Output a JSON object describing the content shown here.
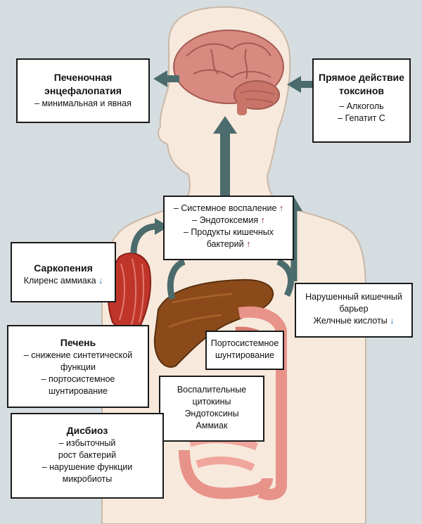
{
  "boxes": {
    "encephalopathy": {
      "title_line1": "Печеночная",
      "title_line2": "энцефалопатия",
      "line1": "– минимальная и явная"
    },
    "toxins": {
      "title_line1": "Прямое действие",
      "title_line2": "токсинов",
      "line1": "– Алкоголь",
      "line2": "– Гепатит С"
    },
    "systemic": {
      "line1": "– Системное воспаление",
      "line1_arrow": "↑",
      "line2": "– Эндотоксемия",
      "line2_arrow": "↑",
      "line3": "– Продукты кишечных",
      "line4": "бактерий",
      "line4_arrow": "↑"
    },
    "sarcopenia": {
      "title": "Саркопения",
      "line1": "Клиренс аммиака",
      "line1_arrow": "↓"
    },
    "barrier": {
      "line1": "Нарушенный кишечный",
      "line2": "барьер",
      "line3": "Желчные кислоты",
      "line3_arrow": "↓"
    },
    "liver": {
      "title": "Печень",
      "line1": "– снижение синтетической",
      "line2": "функции",
      "line3": "– портосистемное",
      "line4": "шунтирование"
    },
    "shunt": {
      "line1": "Портосистемное",
      "line2": "шунтирование"
    },
    "cytokines": {
      "line1": "Воспалительные",
      "line2": "цитокины",
      "line3": "Эндотоксины",
      "line4": "Аммиак"
    },
    "dysbiosis": {
      "title": "Дисбиоз",
      "line1": "– избыточный",
      "line2": "рост бактерий",
      "line3": "– нарушение функции",
      "line4": "микробиоты"
    }
  },
  "colors": {
    "background": "#d6dde0",
    "body": "#f7e9dc",
    "arrow": "#4b6b6c",
    "up_arrow": "#7a1f2b",
    "down_arrow": "#1e6fb8",
    "brain": "#d98a80",
    "liver": "#8a4a1a",
    "muscle": "#c0352a",
    "intestine": "#e8938a"
  },
  "icons": {
    "brain": "brain-icon",
    "liver": "liver-icon",
    "muscle": "muscle-icon",
    "intestine": "intestine-icon"
  }
}
